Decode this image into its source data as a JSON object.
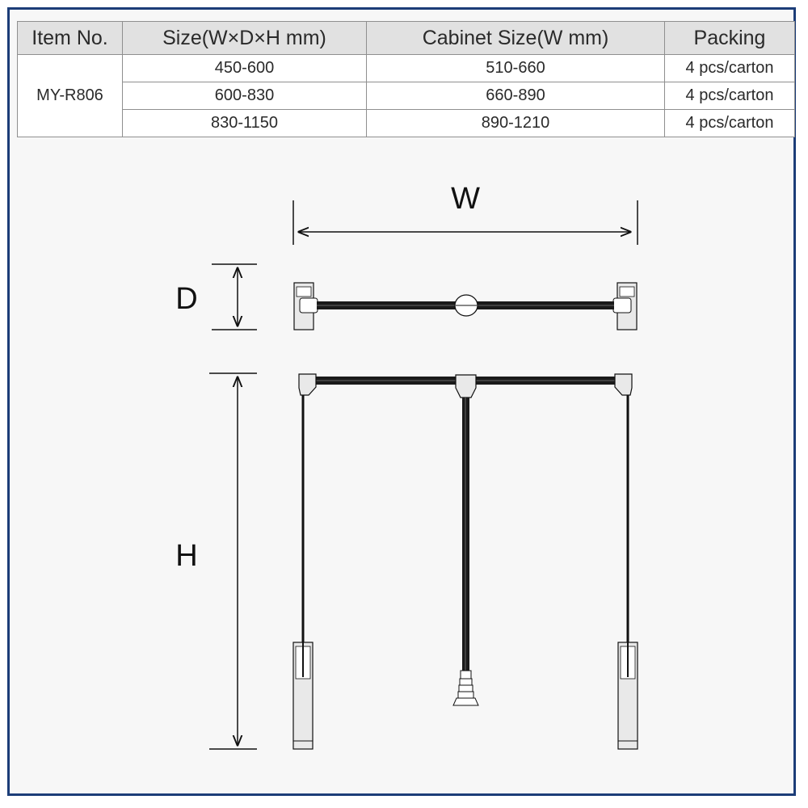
{
  "table": {
    "headers": [
      "Item No.",
      "Size(W×D×H mm)",
      "Cabinet Size(W mm)",
      "Packing"
    ],
    "item_no": "MY-R806",
    "rows": [
      {
        "size": "450-600",
        "cabinet": "510-660",
        "packing": "4 pcs/carton"
      },
      {
        "size": "600-830",
        "cabinet": "660-890",
        "packing": "4 pcs/carton"
      },
      {
        "size": "830-1150",
        "cabinet": "890-1210",
        "packing": "4 pcs/carton"
      }
    ]
  },
  "dimensions": {
    "width_label": "W",
    "depth_label": "D",
    "height_label": "H"
  },
  "colors": {
    "frame_border": "#1c3d78",
    "panel_bg": "#f7f7f7",
    "header_bg": "#e1e1e1",
    "rod": "#1a1a1a",
    "bracket_fill": "#e9e9e9",
    "line": "#111111"
  }
}
